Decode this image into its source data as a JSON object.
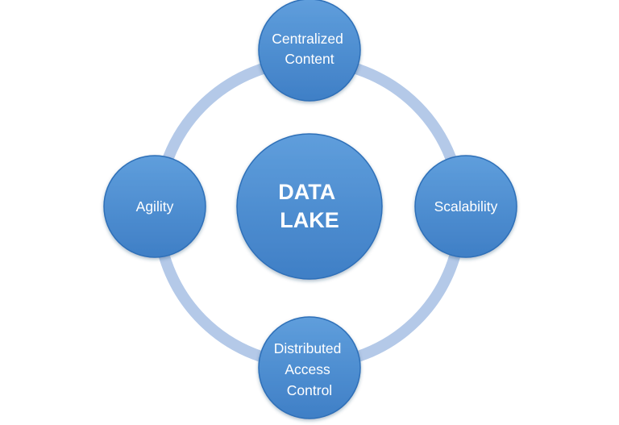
{
  "diagram": {
    "center": {
      "lines": [
        "DATA",
        "LAKE"
      ]
    },
    "nodes": [
      {
        "id": "top",
        "lines": [
          "Centralized",
          "Content"
        ]
      },
      {
        "id": "right",
        "lines": [
          "Scalability"
        ]
      },
      {
        "id": "bottom",
        "lines": [
          "Distributed",
          "Access",
          "Control"
        ]
      },
      {
        "id": "left",
        "lines": [
          "Agility"
        ]
      }
    ],
    "colors": {
      "ring": "#b4c9e8",
      "node_top": "#5f9edc",
      "node_bottom": "#3f7fc6",
      "node_stroke": "#2f6fb8",
      "text": "#ffffff"
    }
  }
}
